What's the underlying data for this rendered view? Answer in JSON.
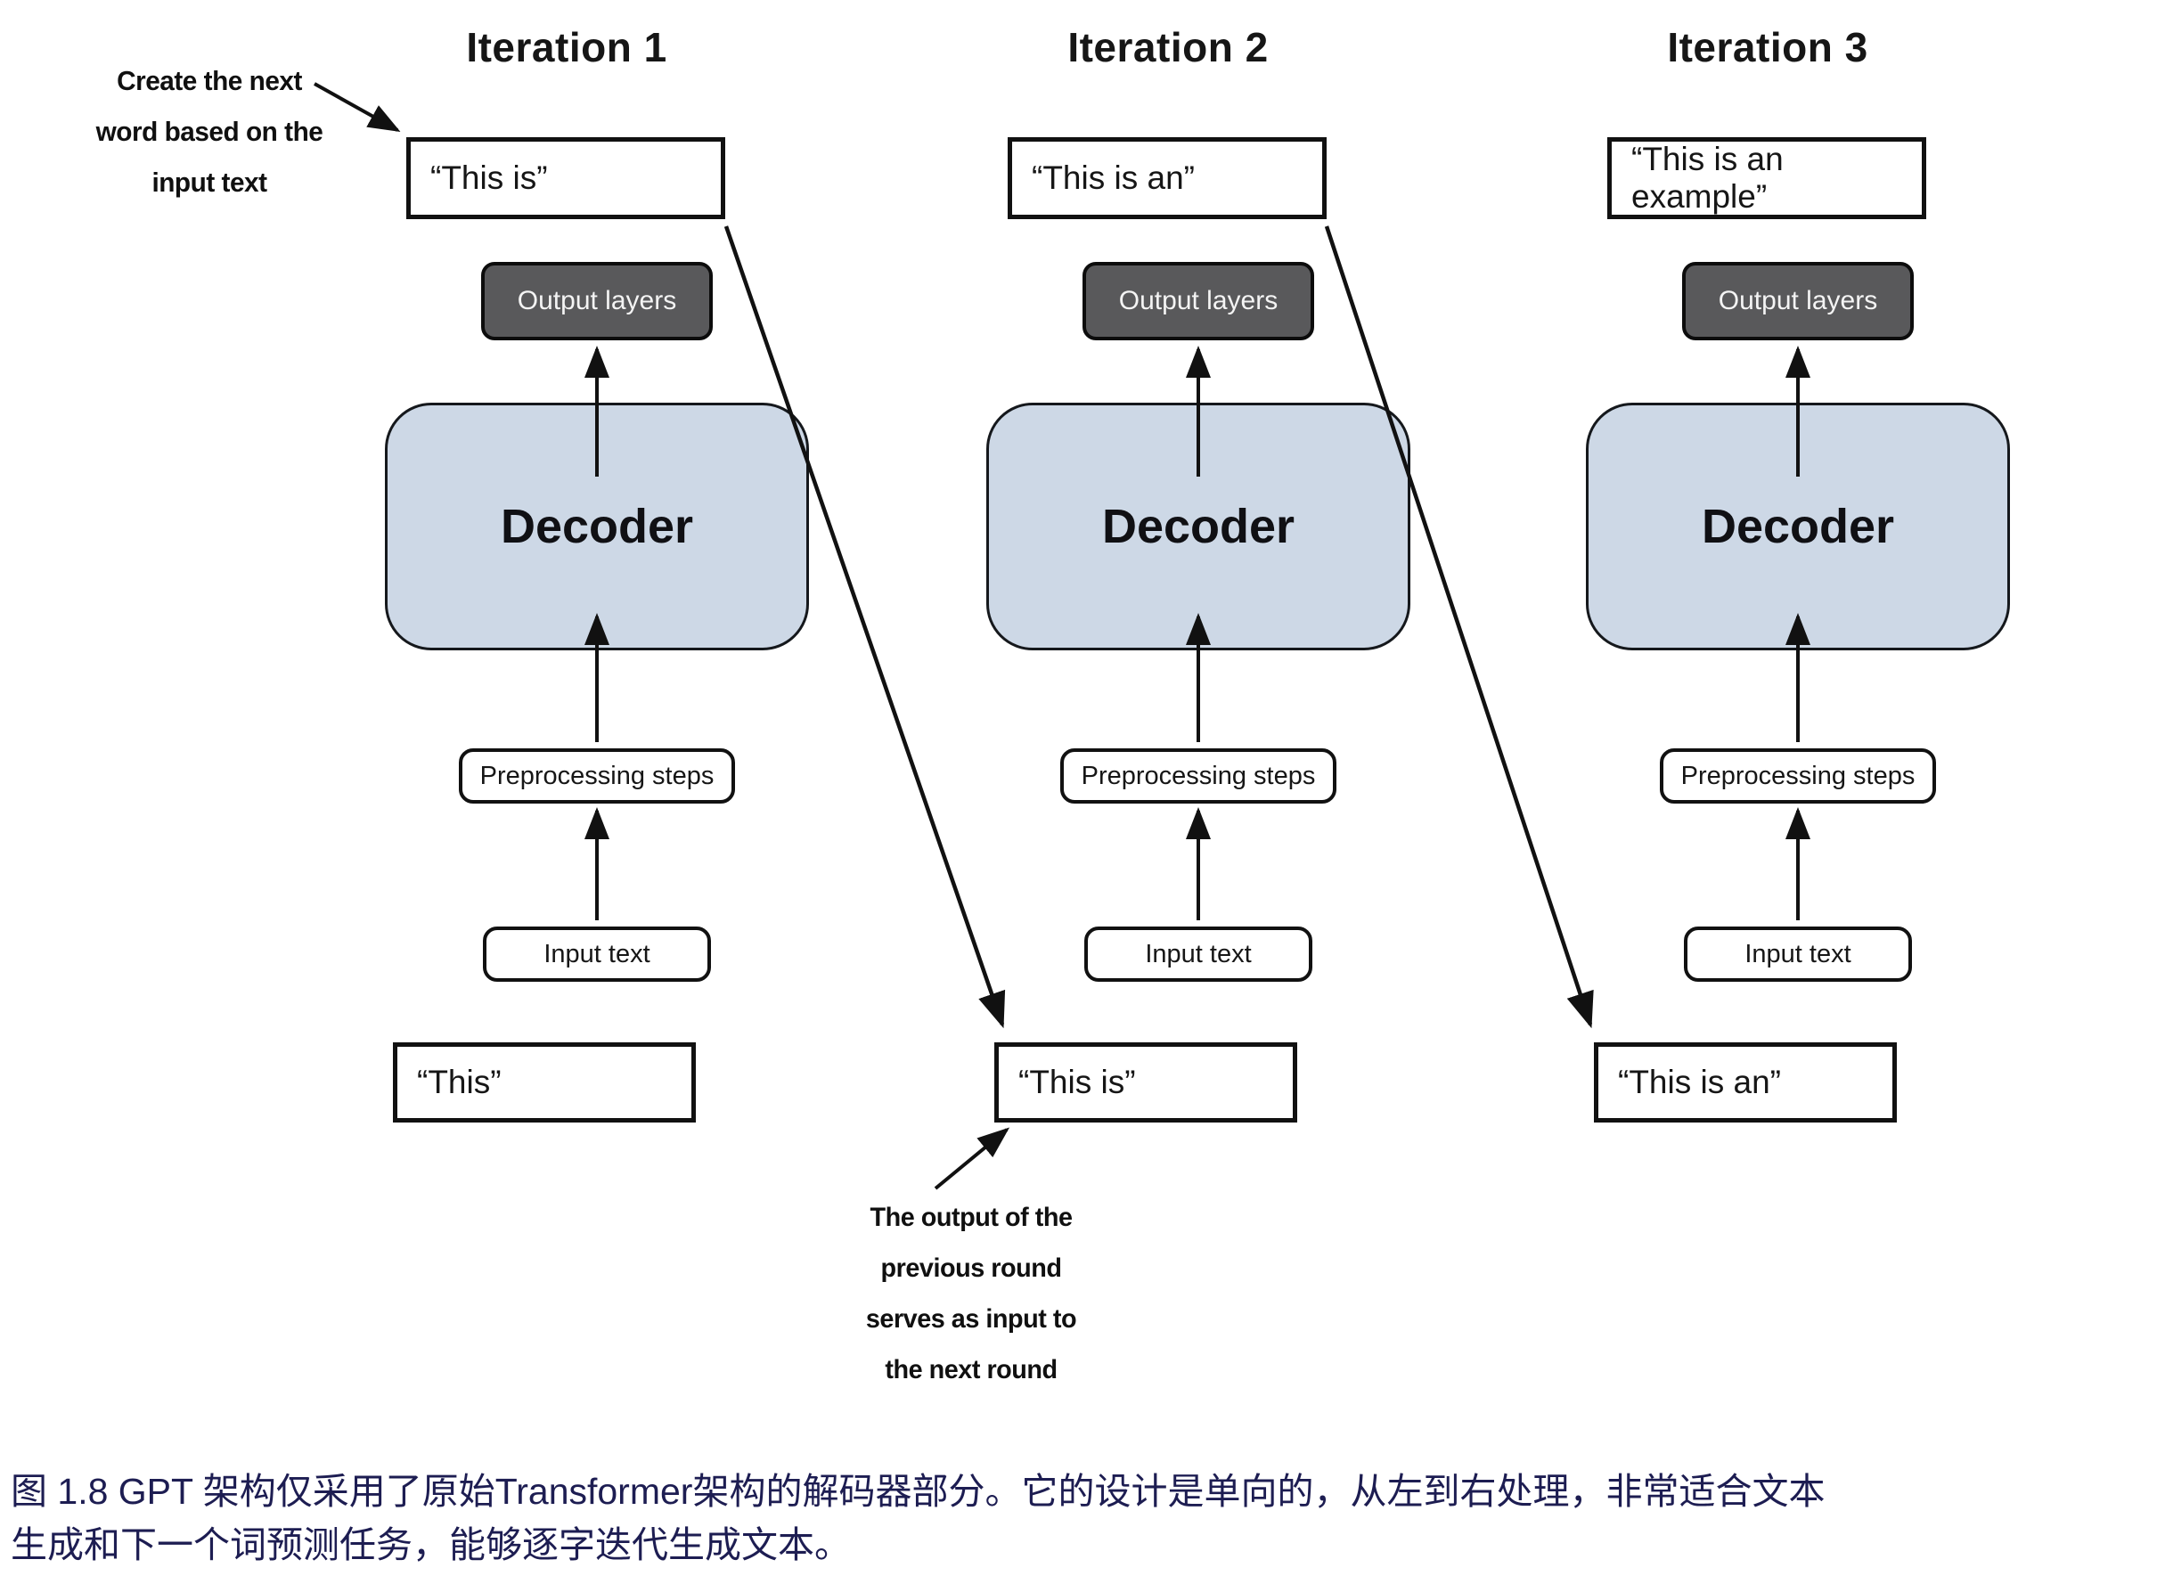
{
  "figure": {
    "columns": [
      {
        "title": "Iteration 1",
        "output_quote": "“This is”",
        "output_layers_label": "Output layers",
        "decoder_label": "Decoder",
        "preprocessing_label": "Preprocessing steps",
        "input_box_label": "Input text",
        "input_quote": "“This”"
      },
      {
        "title": "Iteration 2",
        "output_quote": "“This is an”",
        "output_layers_label": "Output layers",
        "decoder_label": "Decoder",
        "preprocessing_label": "Preprocessing steps",
        "input_box_label": "Input text",
        "input_quote": "“This is”"
      },
      {
        "title": "Iteration 3",
        "output_quote": "“This is an example”",
        "output_layers_label": "Output layers",
        "decoder_label": "Decoder",
        "preprocessing_label": "Preprocessing steps",
        "input_box_label": "Input text",
        "input_quote": "“This is an”"
      }
    ],
    "annotation_top_left": {
      "line1": "Create the next",
      "line2": "word based on the",
      "line3": "input text"
    },
    "annotation_bottom": {
      "line1": "The output of the",
      "line2": "previous round",
      "line3": "serves as input to",
      "line4": "the next round"
    },
    "caption_line1": "图 1.8  GPT 架构仅采用了原始Transformer架构的解码器部分。它的设计是单向的，从左到右处理，非常适合文本",
    "caption_line2": "生成和下一个词预测任务，能够逐字迭代生成文本。",
    "colors": {
      "decoder_fill": "#cdd8e6",
      "decoder_border": "#15181c",
      "output_layers_bg": "#59595b",
      "box_border": "#111111",
      "caption_text": "#1d1d52",
      "arrow": "#111111"
    }
  }
}
